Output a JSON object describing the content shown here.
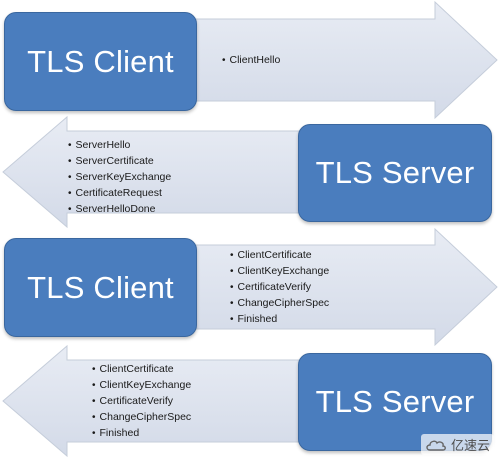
{
  "steps": [
    {
      "box_label": "TLS Client",
      "messages": [
        "ClientHello"
      ]
    },
    {
      "box_label": "TLS Server",
      "messages": [
        "ServerHello",
        "ServerCertificate",
        "ServerKeyExchange",
        "CertificateRequest",
        "ServerHelloDone"
      ]
    },
    {
      "box_label": "TLS Client",
      "messages": [
        "ClientCertificate",
        "ClientKeyExchange",
        "CertificateVerify",
        "ChangeCipherSpec",
        "Finished"
      ]
    },
    {
      "box_label": "TLS Server",
      "messages": [
        "ClientCertificate",
        "ClientKeyExchange",
        "CertificateVerify",
        "ChangeCipherSpec",
        "Finished"
      ]
    }
  ],
  "watermark": {
    "text": "亿速云"
  },
  "colors": {
    "box_fill": "#4a7dbe",
    "arrow_fill": "#dde3ee",
    "arrow_stroke": "#c5cdda",
    "text": "#1a1a1a"
  }
}
